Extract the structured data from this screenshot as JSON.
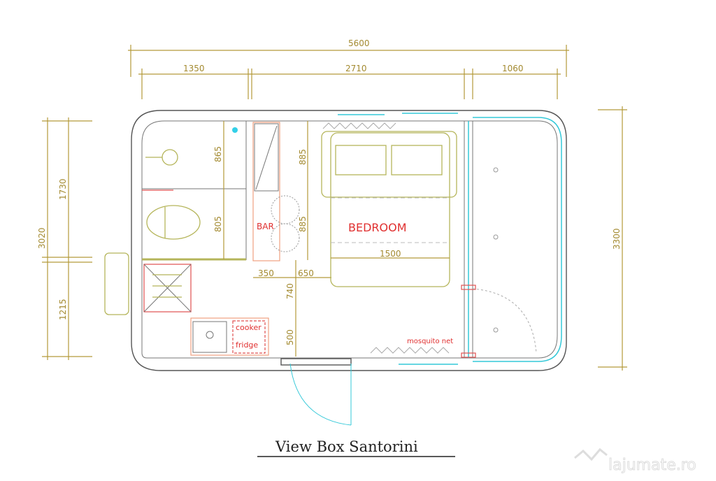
{
  "dimensions": {
    "overall_width": "5600",
    "segment_left": "1350",
    "segment_middle": "2710",
    "segment_right": "1060",
    "left_total": "3020",
    "left_upper": "1730",
    "left_lower": "1215",
    "right_total": "3300",
    "bath_upper": "865",
    "bath_lower": "805",
    "bar_upper": "885",
    "bar_lower": "885",
    "bed_width": "1500",
    "bar_depth": "350",
    "aisle": "650",
    "kitchen_gap": "740",
    "kitchen_depth": "500"
  },
  "labels": {
    "bedroom": "BEDROOM",
    "bar": "BAR",
    "cooker": "cooker",
    "fridge": "fridge",
    "mosquito_net": "mosquito net"
  },
  "title": "View Box Santorini",
  "watermark": "lajumate.ro",
  "colors": {
    "dimension": "#b39a3a",
    "label": "#e03030",
    "glass": "#33c8d8"
  }
}
